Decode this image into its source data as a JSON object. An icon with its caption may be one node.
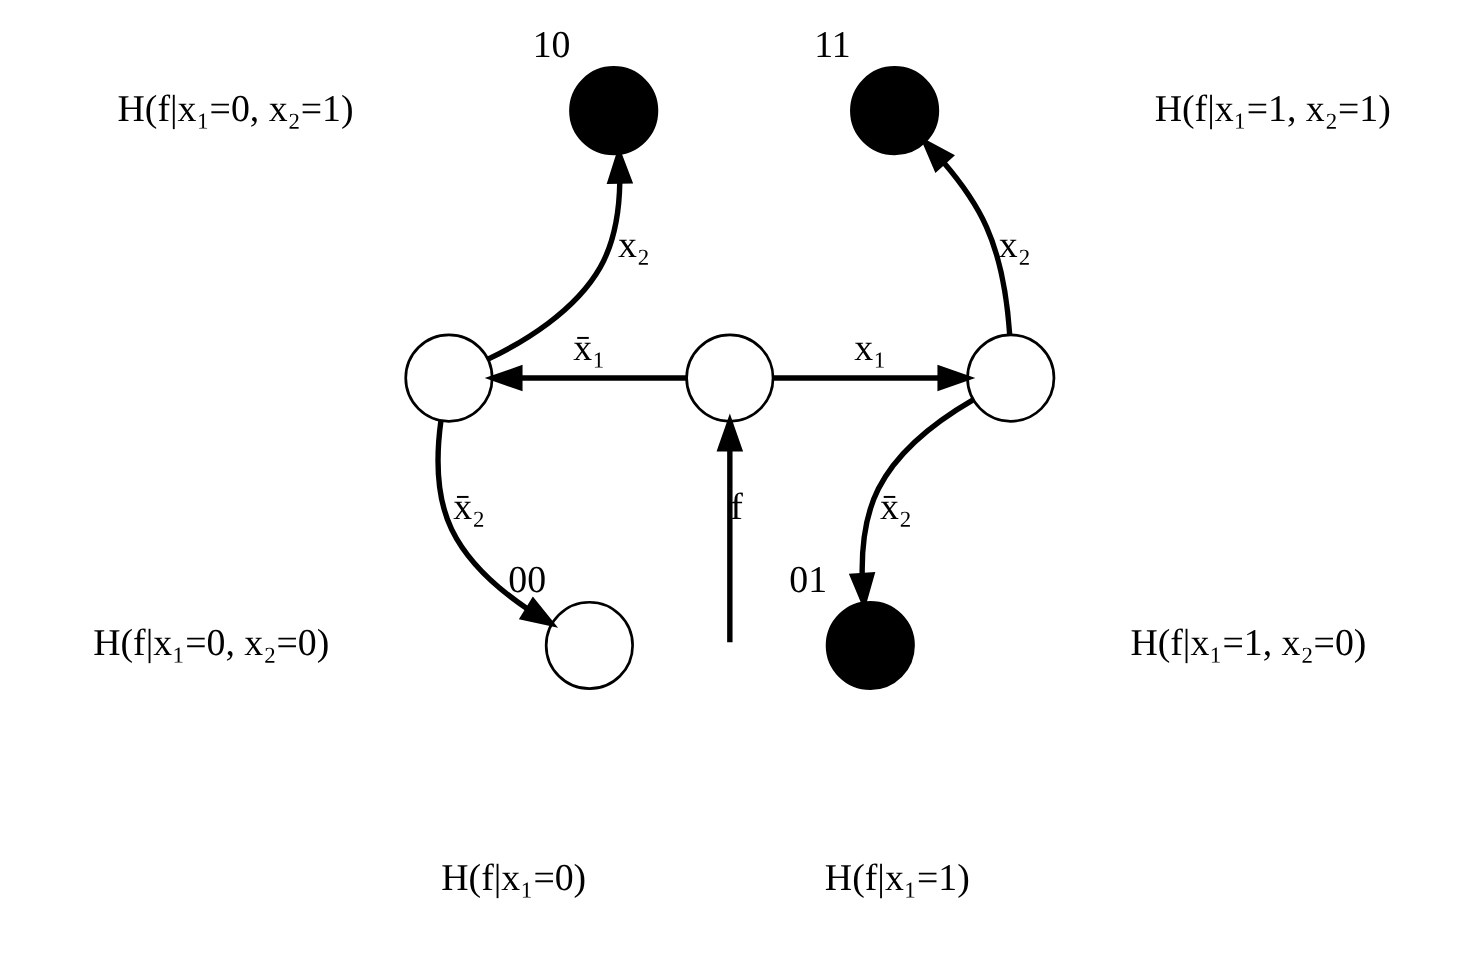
{
  "diagram": {
    "nodes": [
      {
        "text": [],
        "shape": "circle",
        "beside": [
          "10"
        ]
      },
      {
        "text": [],
        "shape": "circle",
        "beside": [
          "11"
        ]
      },
      {
        "text": [],
        "shape": "circle"
      },
      {
        "text": [],
        "shape": "circle"
      },
      {
        "text": [],
        "shape": "circle"
      },
      {
        "text": [],
        "shape": "circle",
        "beside": [
          "00"
        ]
      },
      {
        "text": [],
        "shape": "circle",
        "beside": [
          "01"
        ]
      }
    ],
    "edges": [
      {
        "from": null,
        "to": 3,
        "arrow": "to",
        "label": "f"
      },
      {
        "from": 3,
        "to": 2,
        "arrow": "to",
        "label": "x̄₁"
      },
      {
        "from": 3,
        "to": 4,
        "arrow": "to",
        "label": "x₁"
      },
      {
        "from": 2,
        "to": 0,
        "arrow": "to",
        "label": "x₂"
      },
      {
        "from": 2,
        "to": 5,
        "arrow": "to",
        "label": "x̄₂"
      },
      {
        "from": 4,
        "to": 1,
        "arrow": "to",
        "label": "x₂"
      },
      {
        "from": 4,
        "to": 6,
        "arrow": "to",
        "label": "x̄₂"
      }
    ],
    "labels": [
      "H(f|x₁=0, x₂=1)",
      "H(f|x₁=1, x₂=1)",
      "H(f|x₁=0, x₂=0)",
      "H(f|x₁=1, x₂=0)",
      "H(f|x₁=0)",
      "H(f|x₁=1)"
    ]
  }
}
